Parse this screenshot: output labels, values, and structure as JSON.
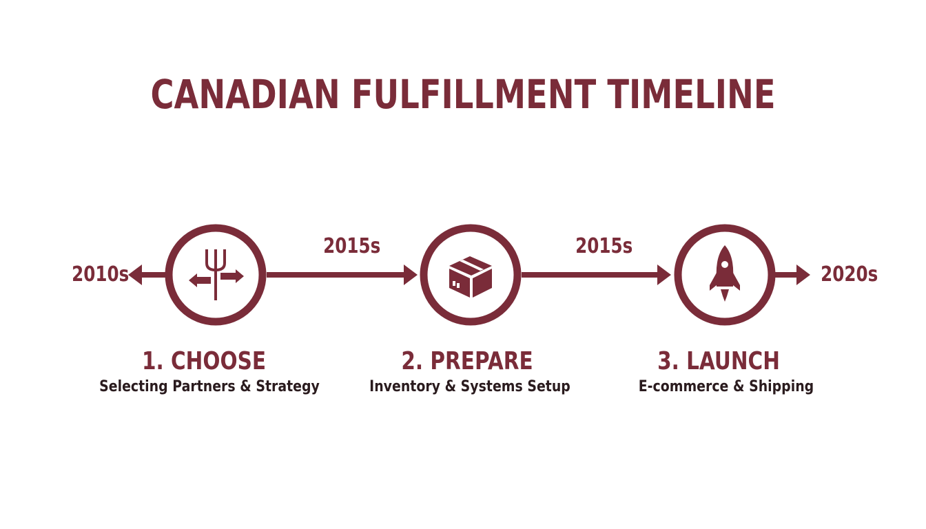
{
  "title": "CANADIAN FULFILLMENT TIMELINE",
  "colors": {
    "primary": "#7a2c39",
    "text_dark": "#2a1b1e",
    "background": "#ffffff"
  },
  "eras": {
    "start": "2010s",
    "between_1_2": "2015s",
    "between_2_3": "2015s",
    "end": "2020s"
  },
  "steps": [
    {
      "title": "1. CHOOSE",
      "subtitle": "Selecting Partners & Strategy",
      "icon": "signpost-fork-icon"
    },
    {
      "title": "2. PREPARE",
      "subtitle": "Inventory & Systems Setup",
      "icon": "box-icon"
    },
    {
      "title": "3. LAUNCH",
      "subtitle": "E-commerce & Shipping",
      "icon": "rocket-icon"
    }
  ]
}
